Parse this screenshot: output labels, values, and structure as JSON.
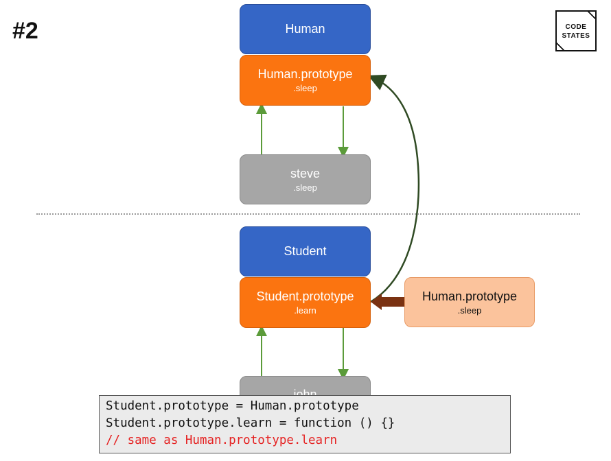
{
  "slide_number": "#2",
  "logo": {
    "line1": "CODE",
    "line2": "STATES"
  },
  "top_section": {
    "human": {
      "title": "Human"
    },
    "human_prototype": {
      "title": "Human.prototype",
      "sub": ".sleep"
    },
    "steve": {
      "title": "steve",
      "sub": ".sleep"
    }
  },
  "bottom_section": {
    "student": {
      "title": "Student"
    },
    "student_prototype": {
      "title": "Student.prototype",
      "sub": ".learn"
    },
    "assigned_prototype": {
      "title": "Human.prototype",
      "sub": ".sleep"
    },
    "john": {
      "title": "john"
    }
  },
  "code": {
    "line1": "Student.prototype = Human.prototype",
    "line2": "Student.prototype.learn = function () {}",
    "comment": "// same as Human.prototype.learn"
  },
  "colors": {
    "blue": "#3566c6",
    "orange": "#fb7410",
    "gray": "#a6a6a6",
    "peach": "#fbc39c",
    "green_arrow": "#5b9b3a",
    "dark_green_arrow": "#2f4a23",
    "brown_arrow": "#7a3212",
    "comment_red": "#e52222"
  }
}
